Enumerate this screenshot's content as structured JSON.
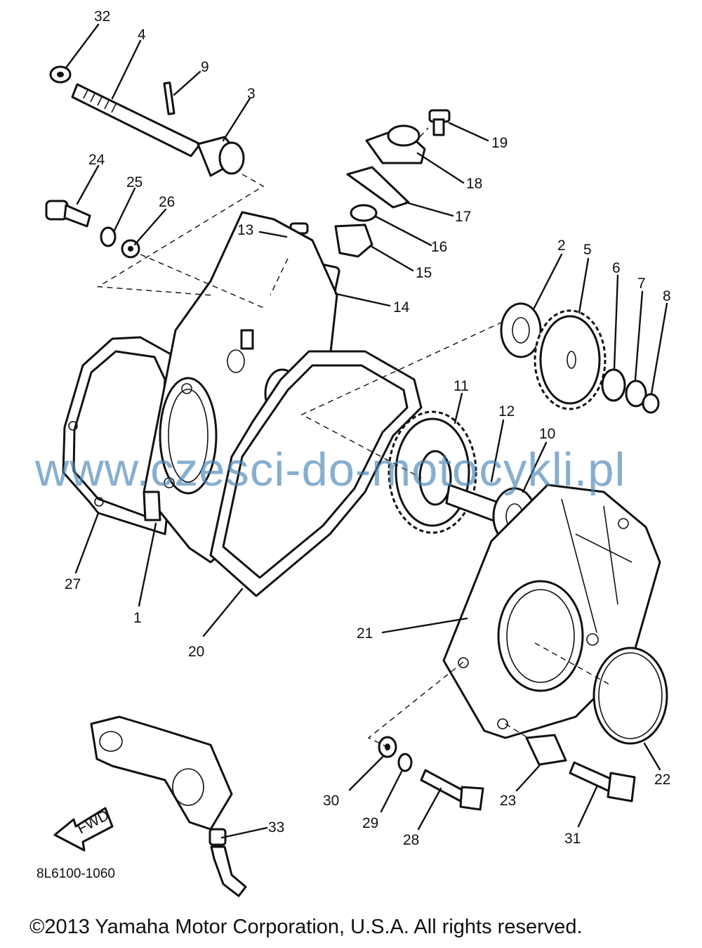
{
  "labels": [
    "32",
    "4",
    "9",
    "3",
    "24",
    "25",
    "26",
    "13",
    "19",
    "18",
    "17",
    "16",
    "15",
    "14",
    "2",
    "5",
    "6",
    "7",
    "8",
    "11",
    "12",
    "10",
    "27",
    "1",
    "20",
    "21",
    "22",
    "30",
    "29",
    "28",
    "23",
    "31",
    "33"
  ],
  "watermark": "www.czesci-do-motocykli.pl",
  "diagram_code": "8L6100-1060",
  "fwd_badge": "FWD",
  "copyright": "©2013 Yamaha Motor Corporation, U.S.A. All rights reserved."
}
